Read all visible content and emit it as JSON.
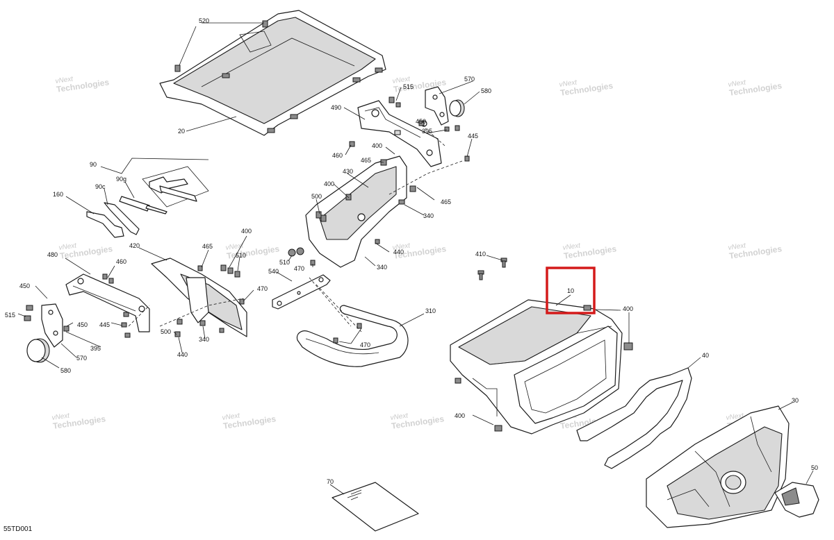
{
  "document_id": "55TD001",
  "watermark": {
    "line1": "vNext",
    "line2": "Technologies"
  },
  "highlight": {
    "color": "#d41a1a",
    "callout": "10"
  },
  "callouts": {
    "c520": "520",
    "c20": "20",
    "c515a": "515",
    "c570a": "570",
    "c580a": "580",
    "c490": "490",
    "c450a": "450",
    "c395a": "395",
    "c445a": "445",
    "c460a": "460",
    "c400a": "400",
    "c465a": "465",
    "c430": "430",
    "c465b": "465",
    "c400b": "400",
    "c500a": "500",
    "c340a": "340",
    "c90": "90",
    "c90g": "90g",
    "c90c": "90c",
    "c160": "160",
    "c400c": "400",
    "c465c": "465",
    "c420": "420",
    "c440a": "440",
    "c510a": "510",
    "c510b": "510",
    "c470a": "470",
    "c340b": "340",
    "c480": "480",
    "c460b": "460",
    "c410": "410",
    "c540": "540",
    "c470b": "470",
    "c450b": "450",
    "c515b": "515",
    "c450c": "450",
    "c445b": "445",
    "c395b": "395",
    "c570b": "570",
    "c580b": "580",
    "c500b": "500",
    "c340c": "340",
    "c440b": "440",
    "c310": "310",
    "c470c": "470",
    "c10": "10",
    "c400d": "400",
    "c40": "40",
    "c400e": "400",
    "c30": "30",
    "c50": "50",
    "c70": "70"
  }
}
